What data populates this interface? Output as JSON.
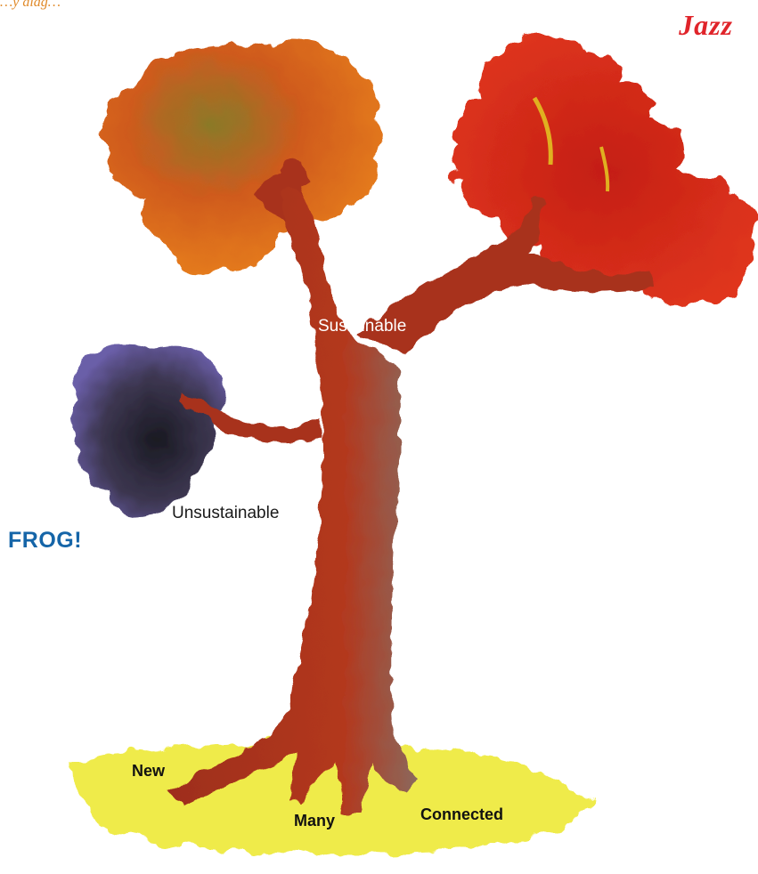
{
  "header": {
    "caption": "…y diag…",
    "title": "Jazz"
  },
  "tree": {
    "canopy_label": "Sustainable",
    "branch_label": "Unsustainable",
    "callout": "FROG!",
    "root_labels": {
      "left": "New",
      "middle": "Many",
      "right": "Connected"
    }
  },
  "colors": {
    "trunk": "#a8321e",
    "canopy_orange": "#d8621e",
    "canopy_red": "#d42a1c",
    "canopy_dark": "#3a3550",
    "ground": "#eeea3a",
    "title": "#e0242a",
    "callout": "#1565a8"
  }
}
